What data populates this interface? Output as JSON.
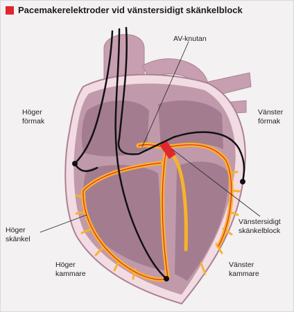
{
  "title": "Pacemakerelektroder vid vänstersidigt skänkelblock",
  "labels": {
    "av_node": "AV-knutan",
    "right_atrium": [
      "Höger",
      "förmak"
    ],
    "left_atrium": [
      "Vänster",
      "förmak"
    ],
    "right_bundle": [
      "Höger",
      "skänkel"
    ],
    "left_bundle_block": [
      "Vänstersidigt",
      "skänkelblock"
    ],
    "right_ventricle": [
      "Höger",
      "kammare"
    ],
    "left_ventricle": [
      "Vänster",
      "kammare"
    ]
  },
  "colors": {
    "accent": "#e0262e",
    "heart_wall": "#c09aab",
    "heart_inner": "#a37c8f",
    "conduction": "#f7b32b",
    "lead": "#111111"
  }
}
